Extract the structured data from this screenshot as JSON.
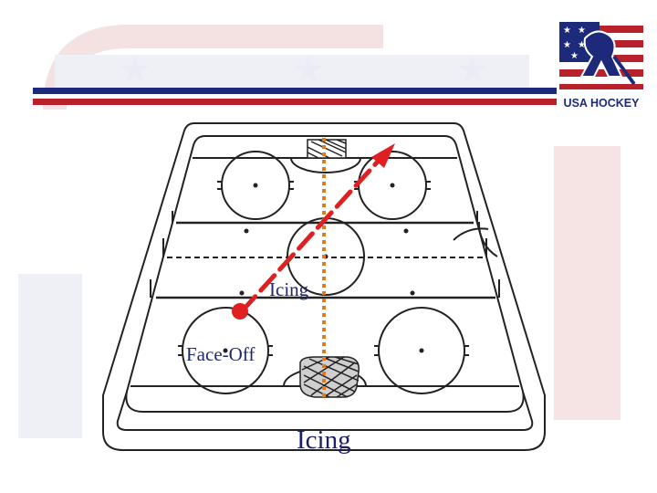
{
  "logo": {
    "text": "USA HOCKEY",
    "icon": "usa-hockey-flag-logo"
  },
  "diagram": {
    "labels": {
      "icing_path": "Icing",
      "face_off": "Face-Off",
      "caption": "Icing"
    },
    "colors": {
      "puck_path": "#e02020",
      "goal_line_marker": "#e07a1a",
      "label_text": "#1f2a6e",
      "stripe_blue": "#1d2a7a",
      "stripe_red": "#b8202a"
    }
  }
}
